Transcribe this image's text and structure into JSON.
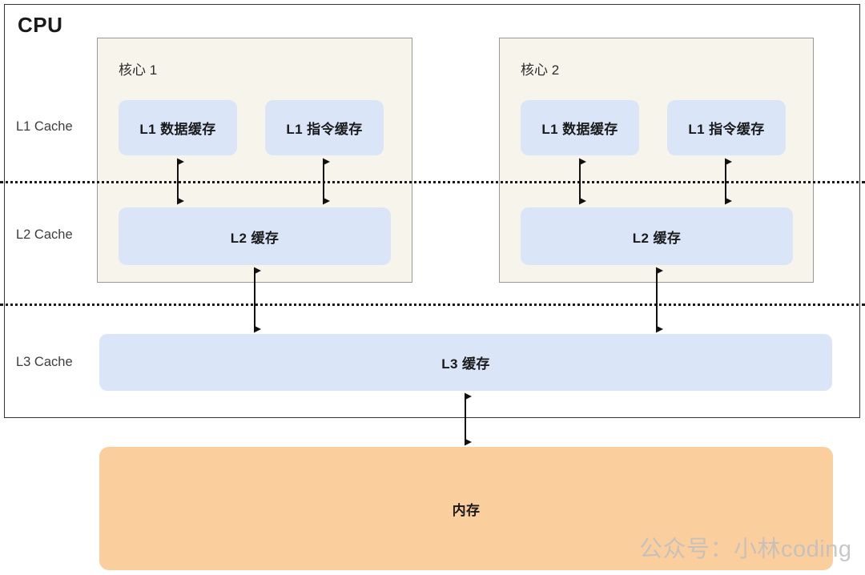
{
  "diagram": {
    "title": "CPU",
    "level_labels": [
      {
        "text": "L1 Cache"
      },
      {
        "text": "L2 Cache"
      },
      {
        "text": "L3 Cache"
      }
    ],
    "cores": [
      {
        "title": "核心 1",
        "l1_data": "L1 数据缓存",
        "l1_instruction": "L1 指令缓存",
        "l2": "L2 缓存"
      },
      {
        "title": "核心 2",
        "l1_data": "L1 数据缓存",
        "l1_instruction": "L1 指令缓存",
        "l2": "L2 缓存"
      }
    ],
    "l3": {
      "label": "L3 缓存"
    },
    "memory": {
      "label": "内存"
    },
    "watermark": "公众号：小林coding",
    "colors": {
      "cache_fill": "#dbe5f8",
      "core_fill": "#f7f4ec",
      "core_border": "#999999",
      "memory_fill": "#fbcf9d",
      "frame_border": "#333333",
      "text": "#1a1a1a",
      "watermark": "#bfbfbf"
    }
  }
}
